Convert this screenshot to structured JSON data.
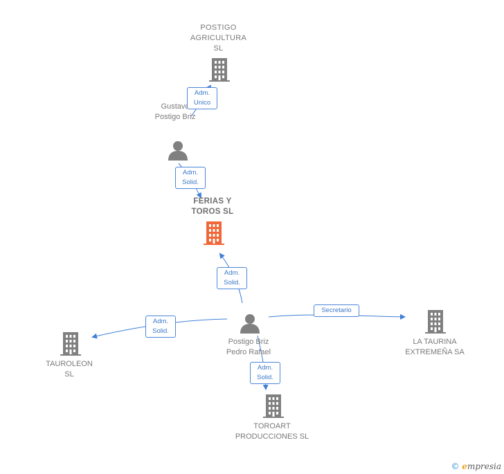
{
  "nodes": {
    "postigo_agricultura": {
      "label": "POSTIGO AGRICULTURA SL",
      "type": "company"
    },
    "gustavo": {
      "label": "Gustavo Postigo Briz",
      "type": "person"
    },
    "ferias": {
      "label": "FERIAS Y TOROS SL",
      "type": "company-focus"
    },
    "pedro": {
      "label": "Postigo Briz Pedro Rafael",
      "type": "person"
    },
    "tauroleon": {
      "label": "TAUROLEON SL",
      "type": "company"
    },
    "la_taurina": {
      "label": "LA TAURINA EXTREMEÑA SA",
      "type": "company"
    },
    "toroart": {
      "label": "TOROART PRODUCCIONES SL",
      "type": "company"
    }
  },
  "edges": [
    {
      "id": "e1",
      "from": "gustavo",
      "to": "postigo_agricultura",
      "role": "Adm. Unico"
    },
    {
      "id": "e2",
      "from": "gustavo",
      "to": "ferias",
      "role": "Adm. Solid."
    },
    {
      "id": "e3",
      "from": "pedro",
      "to": "ferias",
      "role": "Adm. Solid."
    },
    {
      "id": "e4",
      "from": "pedro",
      "to": "tauroleon",
      "role": "Adm. Solid."
    },
    {
      "id": "e5",
      "from": "pedro",
      "to": "la_taurina",
      "role": "Secretario"
    },
    {
      "id": "e6",
      "from": "pedro",
      "to": "toroart",
      "role": "Adm. Solid."
    }
  ],
  "colors": {
    "company": "#808080",
    "focus": "#f0683a",
    "person": "#808080",
    "edge": "#3f7fd6"
  },
  "brand": {
    "copyright": "©",
    "initial": "e",
    "rest": "mpresia"
  }
}
